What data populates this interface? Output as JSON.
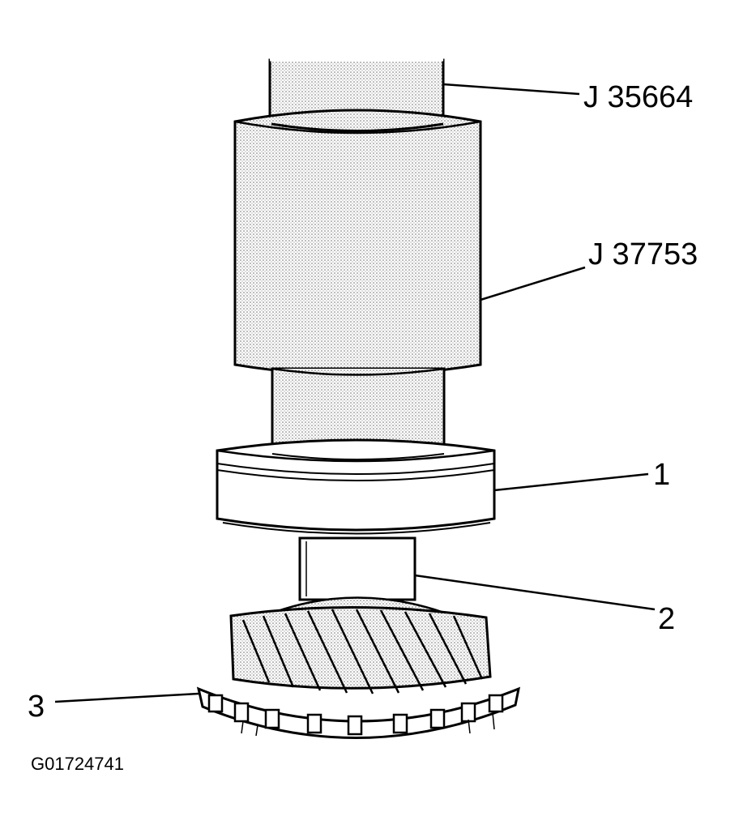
{
  "callouts": {
    "tool_upper": "J 35664",
    "tool_sleeve": "J 37753",
    "item_1": "1",
    "item_2": "2",
    "item_3": "3"
  },
  "figure_id": "G01724741",
  "colors": {
    "ink": "#000000",
    "paper": "#ffffff",
    "stipple": "#9a9a9a"
  }
}
